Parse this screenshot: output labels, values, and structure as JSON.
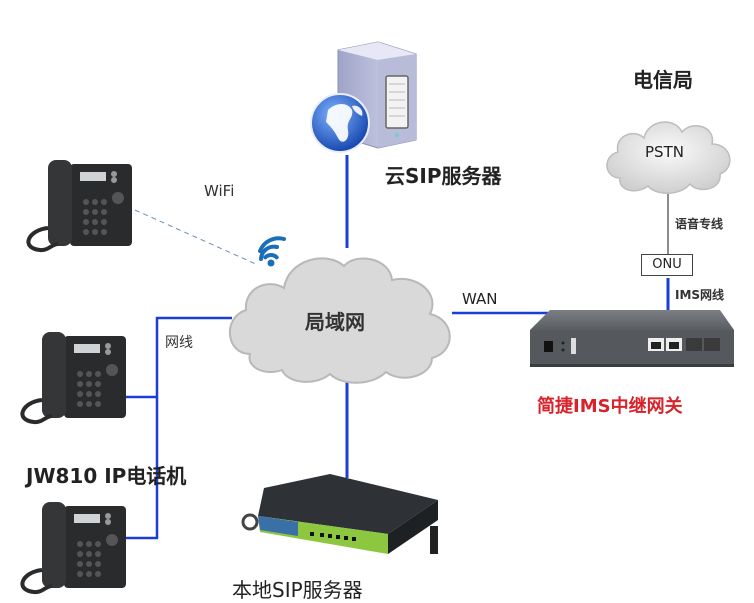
{
  "colors": {
    "link": "#1a3fd6",
    "wifi": "#1a6fb8",
    "cloud_fill": "#d9d9d9",
    "cloud_stroke": "#b5b5b5",
    "gateway_label": "#d8232a",
    "text": "#222222",
    "pstn_link": "#555555"
  },
  "nodes": {
    "cloud_sip_server": {
      "label": "云SIP服务器"
    },
    "lan": {
      "label": "局域网"
    },
    "pstn": {
      "label": "PSTN",
      "title": "电信局"
    },
    "onu": {
      "label": "ONU"
    },
    "gateway": {
      "label": "简捷IMS中继网关"
    },
    "local_sip_server": {
      "label": "本地SIP服务器"
    },
    "phones": {
      "label": "JW810  IP电话机",
      "count": 3
    }
  },
  "links": {
    "wifi": "WiFi",
    "ethernet": "网线",
    "wan": "WAN",
    "voice_line": "语音专线",
    "ims_line": "IMS网线"
  }
}
